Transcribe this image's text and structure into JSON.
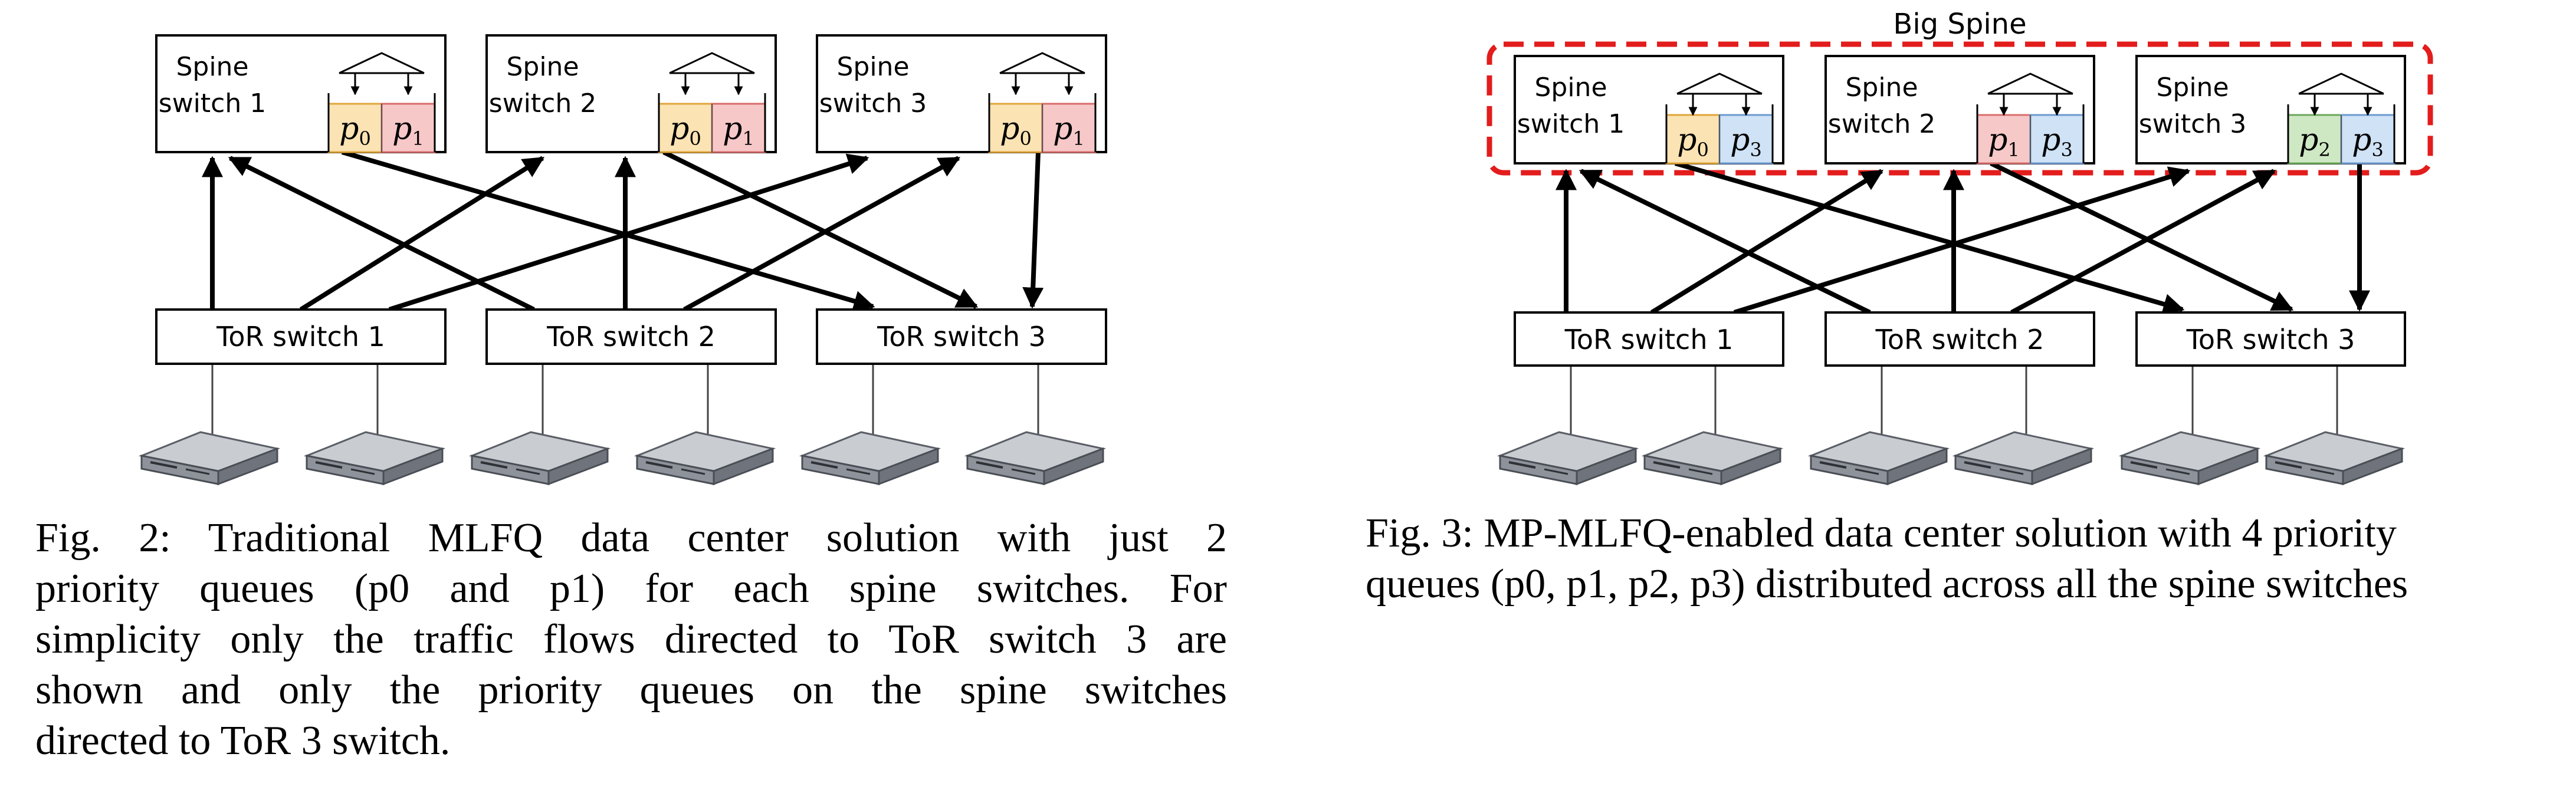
{
  "figure2": {
    "spines": [
      {
        "label_line1": "Spine",
        "label_line2": "switch 1",
        "queues": [
          "p0",
          "p1"
        ]
      },
      {
        "label_line1": "Spine",
        "label_line2": "switch 2",
        "queues": [
          "p0",
          "p1"
        ]
      },
      {
        "label_line1": "Spine",
        "label_line2": "switch 3",
        "queues": [
          "p0",
          "p1"
        ]
      }
    ],
    "tors": [
      "ToR switch 1",
      "ToR switch 2",
      "ToR switch 3"
    ],
    "caption_lines": [
      "Fig. 2: Traditional MLFQ data center solution with just 2",
      "priority queues (p0 and p1) for each spine switches. For",
      "simplicity only the traffic flows directed to ToR switch 3 are",
      "shown and only the priority queues on the spine switches",
      "directed to ToR 3 switch."
    ]
  },
  "figure3": {
    "group_label": "Big Spine",
    "spines": [
      {
        "label_line1": "Spine",
        "label_line2": "switch 1",
        "queues": [
          "p0",
          "p3"
        ]
      },
      {
        "label_line1": "Spine",
        "label_line2": "switch 2",
        "queues": [
          "p1",
          "p3"
        ]
      },
      {
        "label_line1": "Spine",
        "label_line2": "switch 3",
        "queues": [
          "p2",
          "p3"
        ]
      }
    ],
    "tors": [
      "ToR switch 1",
      "ToR switch 2",
      "ToR switch 3"
    ],
    "caption_lines": [
      "Fig. 3: MP-MLFQ-enabled data center solution with 4 priority",
      "queues (p0, p1, p2, p3) distributed across all the spine switches"
    ]
  },
  "colors": {
    "p0": "#fbe3b3",
    "p0_border": "#e0a63a",
    "p1": "#f7c8c8",
    "p1_border": "#d96c6c",
    "p2": "#cfe8c4",
    "p2_border": "#6aa85a",
    "p3": "#cfe2f6",
    "p3_border": "#6c9bd0",
    "big_spine_border": "#e31c1c"
  }
}
